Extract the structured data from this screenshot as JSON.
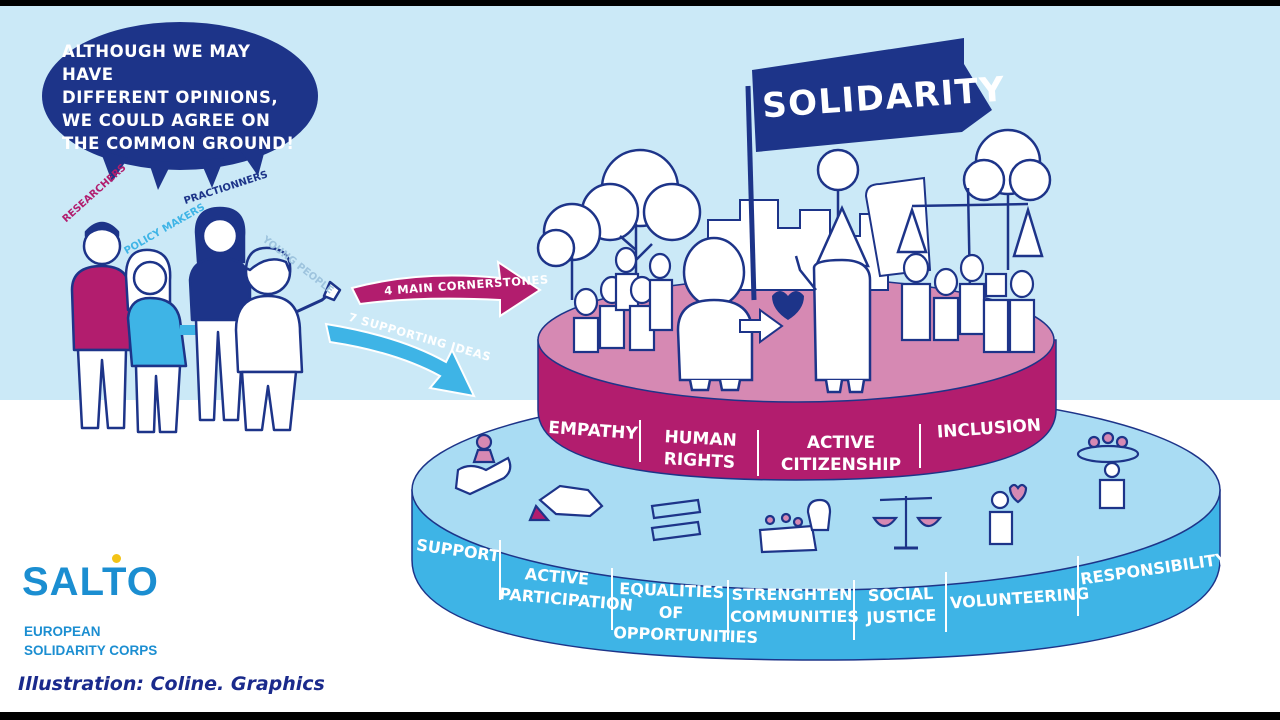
{
  "speech_bubble": {
    "lines": [
      "ALTHOUGH WE MAY HAVE",
      "DIFFERENT OPINIONS,",
      "WE COULD AGREE ON",
      "THE COMMON GROUND!"
    ]
  },
  "roles": {
    "researchers": "RESEARCHERS",
    "policy_makers": "POLICY MAKERS",
    "practitioners": "PRACTIONNERS",
    "young_people": "YOUNG PEOPLE"
  },
  "arrows": {
    "main": "4 MAIN CORNERSTONES",
    "supporting": "7 SUPPORTING IDEAS"
  },
  "flag": {
    "label": "SOLIDARITY"
  },
  "cornerstones": [
    {
      "label": "EMPATHY"
    },
    {
      "label": "HUMAN RIGHTS"
    },
    {
      "label": "ACTIVE CITIZENSHIP"
    },
    {
      "label": "INCLUSION"
    }
  ],
  "supporting_ideas": [
    {
      "label": "SUPPORT",
      "icon": "hand-holding-person-icon"
    },
    {
      "label": "ACTIVE PARTICIPATION",
      "icon": "handshake-icon"
    },
    {
      "label": "EQUALITIES OF OPPORTUNITIES",
      "icon": "equals-icon"
    },
    {
      "label": "STRENGHTEN COMMUNITIES",
      "icon": "raised-fist-icon"
    },
    {
      "label": "SOCIAL JUSTICE",
      "icon": "scales-icon"
    },
    {
      "label": "VOLUNTEERING",
      "icon": "volunteer-heart-icon"
    },
    {
      "label": "RESPONSIBILITY",
      "icon": "person-holding-world-icon"
    }
  ],
  "logo": {
    "name": "SALTO",
    "subtitle_line1": "EUROPEAN",
    "subtitle_line2": "SOLIDARITY CORPS"
  },
  "credit": "Illustration: Coline. Graphics",
  "colors": {
    "sky": "#cbe9f7",
    "navy": "#1d3489",
    "magenta": "#b21d6e",
    "pink_top": "#d689b3",
    "blue_side": "#3eb4e6",
    "blue_top": "#a9dcf3",
    "logo_blue": "#1b8ed1",
    "logo_yellow": "#f3c316"
  }
}
